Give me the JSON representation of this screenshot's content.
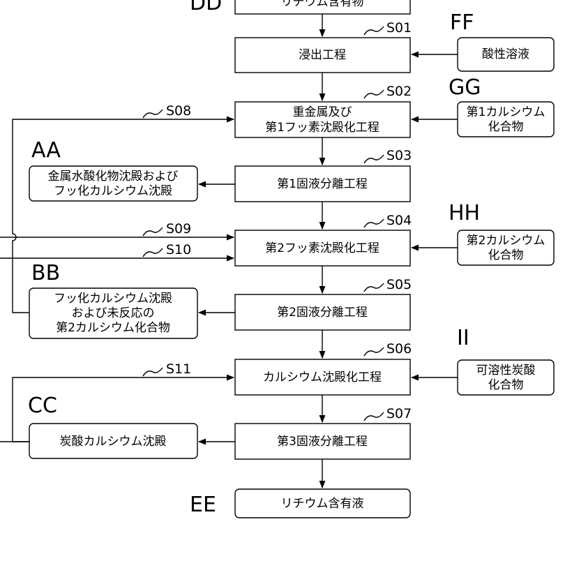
{
  "labels": {
    "dd": "DD",
    "ee": "EE",
    "ff": "FF",
    "gg": "GG",
    "hh": "HH",
    "ii": "II",
    "aa": "AA",
    "bb": "BB",
    "cc": "CC"
  },
  "steps": {
    "s01": "S01",
    "s02": "S02",
    "s03": "S03",
    "s04": "S04",
    "s05": "S05",
    "s06": "S06",
    "s07": "S07",
    "s08": "S08",
    "s09": "S09",
    "s10": "S10",
    "s11": "S11"
  },
  "boxes": {
    "input_top": [
      "リチウム含有物"
    ],
    "leach": [
      "浸出工程"
    ],
    "heavy_metal": [
      "重金属及び",
      "第1フッ素沈殿化工程"
    ],
    "first_sep": [
      "第1固液分離工程"
    ],
    "second_fluoride": [
      "第2フッ素沈殿化工程"
    ],
    "second_sep": [
      "第2固液分離工程"
    ],
    "calcium_precip": [
      "カルシウム沈殿化工程"
    ],
    "third_sep": [
      "第3固液分離工程"
    ],
    "output": [
      "リチウム含有液"
    ],
    "acid": [
      "酸性溶液"
    ],
    "ca1": [
      "第1カルシウム",
      "化合物"
    ],
    "ca2": [
      "第2カルシウム",
      "化合物"
    ],
    "carbonate": [
      "可溶性炭酸",
      "化合物"
    ],
    "aa_product": [
      "金属水酸化物沈殿および",
      "フッ化カルシウム沈殿"
    ],
    "bb_product": [
      "フッ化カルシウム沈殿",
      "および未反応の",
      "第2カルシウム化合物"
    ],
    "cc_product": [
      "炭酸カルシウム沈殿"
    ]
  }
}
